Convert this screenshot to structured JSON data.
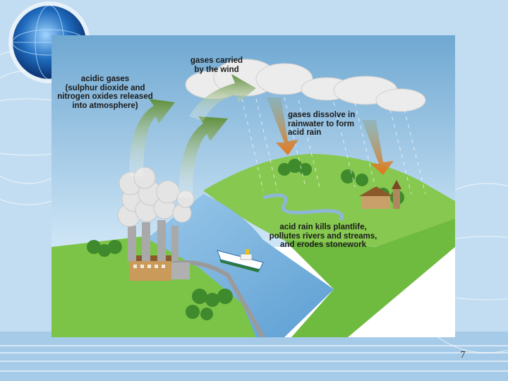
{
  "slide": {
    "page_number": "7"
  },
  "figure": {
    "labels": {
      "acidic_gases": "acidic gases\n(sulphur dioxide and\nnitrogen oxides released\ninto atmosphere)",
      "gases_carried": "gases carried\nby the wind",
      "gases_dissolve": "gases dissolve in\nrainwater to form\nacid rain",
      "acid_rain_effects": "acid rain kills plantlife,\npollutes rivers and streams,\nand erodes stonework"
    }
  },
  "colors": {
    "sky": "#7fb5d9",
    "grass": "#7cc448",
    "water": "#78b4dc",
    "arrow_green": "#6f9e45",
    "arrow_orange": "#e8781c"
  }
}
